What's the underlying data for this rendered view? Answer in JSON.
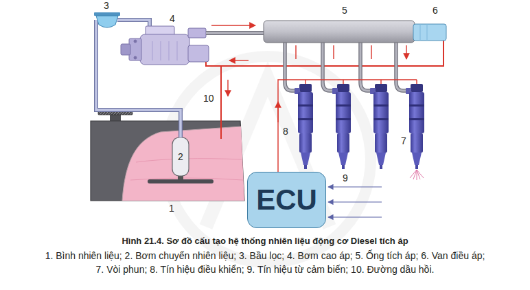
{
  "diagram": {
    "caption": "Hình 21.4. Sơ đồ cấu tạo hệ thống nhiên liệu động cơ Diesel tích áp",
    "nodes": [
      {
        "text": [
          "ECU"
        ]
      }
    ],
    "labels": [
      "3",
      "5",
      "6",
      "4",
      "10",
      "8",
      "7",
      "2",
      "9",
      "1",
      "1. Bình nhiên liệu; 2. Bơm chuyển nhiên liệu; 3. Bầu lọc; 4. Bơm cao áp; 5. Ống tích áp; 6. Van điều áp;",
      "7. Vòi phun; 8. Tín hiệu điều khiển; 9. Tín hiệu từ cảm biến; 10. Đường dầu hồi."
    ]
  }
}
